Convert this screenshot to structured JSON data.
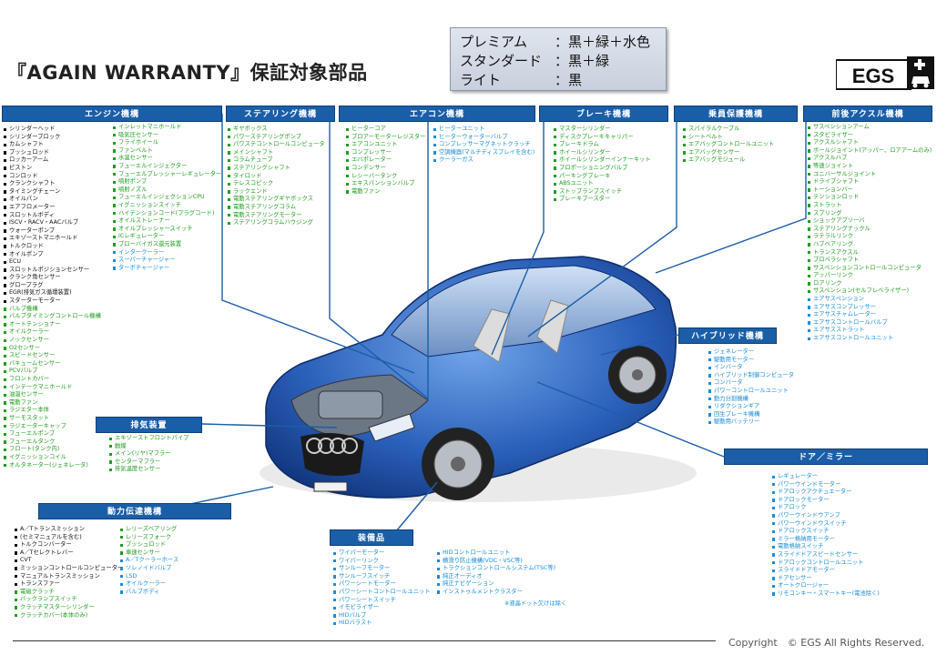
{
  "title": "『AGAIN WARRANTY』保証対象部品",
  "legend": {
    "rows": [
      {
        "name": "プレミアム",
        "value": "：黒＋緑＋水色"
      },
      {
        "name": "スタンダード",
        "value": "：黒＋緑"
      },
      {
        "name": "ライト",
        "value": "：黒"
      }
    ]
  },
  "logo": {
    "text": "EGS",
    "icon": "car-plus-icon"
  },
  "colors": {
    "header": "#1b5ea8",
    "black": "#111111",
    "green": "#1f9e1f",
    "blue": "#1c8cd8"
  },
  "sections": {
    "engine": {
      "header": "エンジン機構",
      "col1": [
        {
          "t": "シリンダーヘッド",
          "c": "k"
        },
        {
          "t": "シリンダーブロック",
          "c": "k"
        },
        {
          "t": "カムシャフト",
          "c": "k"
        },
        {
          "t": "プッシュロッド",
          "c": "k"
        },
        {
          "t": "ロッカーアーム",
          "c": "k"
        },
        {
          "t": "ピストン",
          "c": "k"
        },
        {
          "t": "コンロッド",
          "c": "k"
        },
        {
          "t": "クランクシャフト",
          "c": "k"
        },
        {
          "t": "タイミングチェーン",
          "c": "k"
        },
        {
          "t": "オイルパン",
          "c": "k"
        },
        {
          "t": "エアフロメーター",
          "c": "k"
        },
        {
          "t": "スロットルボディ",
          "c": "k"
        },
        {
          "t": "ISCV・RACV・AACバルブ",
          "c": "k"
        },
        {
          "t": "ウォーターポンプ",
          "c": "k"
        },
        {
          "t": "エキゾーストマニホールド",
          "c": "k"
        },
        {
          "t": "トルクロッド",
          "c": "k"
        },
        {
          "t": "オイルポンプ",
          "c": "k"
        },
        {
          "t": "ECU",
          "c": "k"
        },
        {
          "t": "スロットルポジションセンサー",
          "c": "k"
        },
        {
          "t": "クランク角センサー",
          "c": "k"
        },
        {
          "t": "グロープラグ",
          "c": "k"
        },
        {
          "t": "EGR(排気ガス循環装置)",
          "c": "k"
        },
        {
          "t": "スターターモーター",
          "c": "k"
        },
        {
          "t": "バルブ機構",
          "c": "g"
        },
        {
          "t": "バルブタイミングコントロール機構",
          "c": "g"
        },
        {
          "t": "オートテンショナー",
          "c": "g"
        },
        {
          "t": "オイルクーラー",
          "c": "g"
        },
        {
          "t": "ノックセンサー",
          "c": "g"
        },
        {
          "t": "O2センサー",
          "c": "g"
        },
        {
          "t": "スピードセンサー",
          "c": "g"
        },
        {
          "t": "バキュームセンサー",
          "c": "g"
        },
        {
          "t": "PCVバルブ",
          "c": "g"
        },
        {
          "t": "フロントカバー",
          "c": "g"
        },
        {
          "t": "インテークマニホールド",
          "c": "g"
        },
        {
          "t": "油温センサー",
          "c": "g"
        },
        {
          "t": "電動ファン",
          "c": "g"
        },
        {
          "t": "ラジエター本体",
          "c": "g"
        },
        {
          "t": "サーモスタット",
          "c": "g"
        },
        {
          "t": "ラジエーターキャップ",
          "c": "g"
        },
        {
          "t": "フューエルポンプ",
          "c": "g"
        },
        {
          "t": "フューエルタンク",
          "c": "g"
        },
        {
          "t": "フロート(タンク内)",
          "c": "g"
        },
        {
          "t": "イグニッションコイル",
          "c": "g"
        },
        {
          "t": "オルタネーター(ジェネレータ)",
          "c": "g"
        }
      ],
      "col2": [
        {
          "t": "インレットマニホールド",
          "c": "g"
        },
        {
          "t": "吸気圧センサー",
          "c": "g"
        },
        {
          "t": "フライホイール",
          "c": "g"
        },
        {
          "t": "ファンベルト",
          "c": "g"
        },
        {
          "t": "水温センサー",
          "c": "g"
        },
        {
          "t": "フューエルインジェクター",
          "c": "g"
        },
        {
          "t": "フューエルプレッシャーレギュレーター",
          "c": "g"
        },
        {
          "t": "噴射ポンプ",
          "c": "g"
        },
        {
          "t": "噴射ノズル",
          "c": "g"
        },
        {
          "t": "フューエルインジェクションCPU",
          "c": "g"
        },
        {
          "t": "イグニッションスイッチ",
          "c": "g"
        },
        {
          "t": "ハイテンションコード(プラグコード)",
          "c": "g"
        },
        {
          "t": "オイルストレーナー",
          "c": "g"
        },
        {
          "t": "オイルプレッシャースイッチ",
          "c": "g"
        },
        {
          "t": "ICレギュレーター",
          "c": "g"
        },
        {
          "t": "ブローバイガス還元装置",
          "c": "g"
        },
        {
          "t": "インタークーラー",
          "c": "b"
        },
        {
          "t": "スーパーチャージャー",
          "c": "b"
        },
        {
          "t": "ターボチャージャー",
          "c": "b"
        }
      ]
    },
    "steering": {
      "header": "ステアリング機構",
      "items": [
        {
          "t": "ギヤボックス",
          "c": "g"
        },
        {
          "t": "パワーステアリングポンプ",
          "c": "g"
        },
        {
          "t": "パワステコントロールコンピュータ",
          "c": "g"
        },
        {
          "t": "メインシャフト",
          "c": "g"
        },
        {
          "t": "コラムチューブ",
          "c": "g"
        },
        {
          "t": "ステアリングシャフト",
          "c": "g"
        },
        {
          "t": "タイロッド",
          "c": "g"
        },
        {
          "t": "テレスコピック",
          "c": "g"
        },
        {
          "t": "ラックエンド",
          "c": "g"
        },
        {
          "t": "電動ステアリングギヤボックス",
          "c": "g"
        },
        {
          "t": "電動ステアリングコラム",
          "c": "g"
        },
        {
          "t": "電動ステアリングモーター",
          "c": "g"
        },
        {
          "t": "ステアリングコラムハウジング",
          "c": "g"
        }
      ]
    },
    "aircon": {
      "header": "エアコン機構",
      "col1": [
        {
          "t": "ヒーターコア",
          "c": "g"
        },
        {
          "t": "ブロアーモーターレジスター",
          "c": "g"
        },
        {
          "t": "エアコンユニット",
          "c": "g"
        },
        {
          "t": "コンプレッサー",
          "c": "g"
        },
        {
          "t": "エバポレーター",
          "c": "g"
        },
        {
          "t": "コンデンサー",
          "c": "g"
        },
        {
          "t": "レシーバータンク",
          "c": "g"
        },
        {
          "t": "エキスパンションバルブ",
          "c": "g"
        },
        {
          "t": "電動ファン",
          "c": "g"
        }
      ],
      "col2": [
        {
          "t": "ヒーターユニット",
          "c": "b"
        },
        {
          "t": "ヒーターウォーターバルブ",
          "c": "b"
        },
        {
          "t": "コンプレッサーマグネットクラッチ",
          "c": "b"
        },
        {
          "t": "空調機器(マルチディスプレイを含む)",
          "c": "b"
        },
        {
          "t": "クーラーガス",
          "c": "b"
        }
      ]
    },
    "brake": {
      "header": "ブレーキ機構",
      "items": [
        {
          "t": "マスターシリンダー",
          "c": "g"
        },
        {
          "t": "ディスクブレーキキャリパー",
          "c": "g"
        },
        {
          "t": "ブレーキドラム",
          "c": "g"
        },
        {
          "t": "ホイールシリンダー",
          "c": "g"
        },
        {
          "t": "ホイールシリンダーインナーキット",
          "c": "g"
        },
        {
          "t": "プロポーショニングバルブ",
          "c": "g"
        },
        {
          "t": "パーキングブレーキ",
          "c": "g"
        },
        {
          "t": "ABSユニット",
          "c": "g"
        },
        {
          "t": "ストップランプスイッチ",
          "c": "g"
        },
        {
          "t": "ブレーキブースター",
          "c": "g"
        }
      ]
    },
    "safety": {
      "header": "乗員保護機構",
      "items": [
        {
          "t": "スパイラルケーブル",
          "c": "g"
        },
        {
          "t": "シートベルト",
          "c": "g"
        },
        {
          "t": "エアバッグコントロールユニット",
          "c": "g"
        },
        {
          "t": "エアバッグセンサー",
          "c": "g"
        },
        {
          "t": "エアバッグモジュール",
          "c": "g"
        }
      ]
    },
    "axle": {
      "header": "前後アクスル機構",
      "items": [
        {
          "t": "サスペンションアーム",
          "c": "g"
        },
        {
          "t": "スタビライザー",
          "c": "g"
        },
        {
          "t": "アクスルシャフト",
          "c": "g"
        },
        {
          "t": "ボールジョイント(アッパー、ロアアームのみ)",
          "c": "g"
        },
        {
          "t": "アクスルハブ",
          "c": "g"
        },
        {
          "t": "等速ジョイント",
          "c": "g"
        },
        {
          "t": "ユニバーサルジョイント",
          "c": "g"
        },
        {
          "t": "ドライブシャフト",
          "c": "g"
        },
        {
          "t": "トーションバー",
          "c": "g"
        },
        {
          "t": "テンションロッド",
          "c": "g"
        },
        {
          "t": "ストラット",
          "c": "g"
        },
        {
          "t": "スプリング",
          "c": "g"
        },
        {
          "t": "ショックアブソーバ",
          "c": "g"
        },
        {
          "t": "ステアリングナックル",
          "c": "g"
        },
        {
          "t": "ラテラルリンク",
          "c": "g"
        },
        {
          "t": "ハブベアリング",
          "c": "g"
        },
        {
          "t": "トランスアクスル",
          "c": "g"
        },
        {
          "t": "プロペラシャフト",
          "c": "g"
        },
        {
          "t": "サスペンションコントロールコンピュータ",
          "c": "g"
        },
        {
          "t": "アッパーリンク",
          "c": "g"
        },
        {
          "t": "ロアリンク",
          "c": "g"
        },
        {
          "t": "サスペンション(セルフレベライザー)",
          "c": "g"
        },
        {
          "t": "エアサスペンション",
          "c": "b"
        },
        {
          "t": "エアサスコンプレッサー",
          "c": "b"
        },
        {
          "t": "エアサスチャムレーター",
          "c": "b"
        },
        {
          "t": "エアサスコントロールバルブ",
          "c": "b"
        },
        {
          "t": "エアサスストラット",
          "c": "b"
        },
        {
          "t": "エアサスコントロールユニット",
          "c": "b"
        }
      ]
    },
    "hybrid": {
      "header": "ハイブリッド機構",
      "items": [
        {
          "t": "ジェネレーター",
          "c": "b"
        },
        {
          "t": "駆動用モーター",
          "c": "b"
        },
        {
          "t": "インバータ",
          "c": "b"
        },
        {
          "t": "ハイブリッド制御コンピュータ",
          "c": "b"
        },
        {
          "t": "コンバータ",
          "c": "b"
        },
        {
          "t": "パワーコントロールユニット",
          "c": "b"
        },
        {
          "t": "動力分割機構",
          "c": "b"
        },
        {
          "t": "リダクションギア",
          "c": "b"
        },
        {
          "t": "回生ブレーキ機構",
          "c": "b"
        },
        {
          "t": "駆動用バッテリー",
          "c": "b"
        }
      ]
    },
    "exhaust": {
      "header": "排気装置",
      "items": [
        {
          "t": "エキゾーストフロントパイプ",
          "c": "g"
        },
        {
          "t": "触媒",
          "c": "g"
        },
        {
          "t": "メイン(リヤ)マフラー",
          "c": "g"
        },
        {
          "t": "センターマフラー",
          "c": "g"
        },
        {
          "t": "排気温度センサー",
          "c": "g"
        }
      ]
    },
    "door": {
      "header": "ドア／ミラー",
      "items": [
        {
          "t": "レギュレーター",
          "c": "b"
        },
        {
          "t": "パワーウインドモーター",
          "c": "b"
        },
        {
          "t": "ドアロックアクチュエーター",
          "c": "b"
        },
        {
          "t": "ドアロックモーター",
          "c": "b"
        },
        {
          "t": "ドアロック",
          "c": "b"
        },
        {
          "t": "パワーウインドウアンプ",
          "c": "b"
        },
        {
          "t": "パワーウインドウスイッチ",
          "c": "b"
        },
        {
          "t": "ドアロックスイッチ",
          "c": "b"
        },
        {
          "t": "ミラー格納用モーター",
          "c": "b"
        },
        {
          "t": "電動格納スイッチ",
          "c": "b"
        },
        {
          "t": "スライドドアスピードセンサー",
          "c": "b"
        },
        {
          "t": "ドアロックコントロールユニット",
          "c": "b"
        },
        {
          "t": "スライドドアモーター",
          "c": "b"
        },
        {
          "t": "ドアセンサー",
          "c": "b"
        },
        {
          "t": "オートクロージャー",
          "c": "b"
        },
        {
          "t": "リモコンキー・スマートキー(電池除く)",
          "c": "b"
        }
      ]
    },
    "drivetrain": {
      "header": "動力伝達機構",
      "col1": [
        {
          "t": "A／Tトランスミッション",
          "c": "k"
        },
        {
          "t": "(セミマニュアルを含む)",
          "c": "k"
        },
        {
          "t": "トルクコンバーター",
          "c": "k"
        },
        {
          "t": "A／Tセレクトレバー",
          "c": "k"
        },
        {
          "t": "CVT",
          "c": "k"
        },
        {
          "t": "ミッションコントロールコンピューター",
          "c": "k"
        },
        {
          "t": "マニュアルトランスミッション",
          "c": "k"
        },
        {
          "t": "トランスファー",
          "c": "k"
        },
        {
          "t": "電磁クラッチ",
          "c": "g"
        },
        {
          "t": "バックランプスイッチ",
          "c": "g"
        },
        {
          "t": "クラッチマスターシリンダー",
          "c": "g"
        },
        {
          "t": "クラッチカバー(本体のみ)",
          "c": "g"
        }
      ],
      "col2": [
        {
          "t": "レリーズベアリング",
          "c": "g"
        },
        {
          "t": "レリーズフォーク",
          "c": "g"
        },
        {
          "t": "プッシュロッド",
          "c": "g"
        },
        {
          "t": "車速センサー",
          "c": "g"
        },
        {
          "t": "A／Tクーラーホース",
          "c": "b"
        },
        {
          "t": "ソレノイドバルブ",
          "c": "b"
        },
        {
          "t": "LSD",
          "c": "b"
        },
        {
          "t": "オイルクーラー",
          "c": "b"
        },
        {
          "t": "バルブボディ",
          "c": "b"
        }
      ]
    },
    "equipment": {
      "header": "装備品",
      "col1": [
        {
          "t": "ワイパーモーター",
          "c": "b"
        },
        {
          "t": "ワイパーリンク",
          "c": "b"
        },
        {
          "t": "サンルーフモーター",
          "c": "b"
        },
        {
          "t": "サンルーフスイッチ",
          "c": "b"
        },
        {
          "t": "パワーシートモーター",
          "c": "b"
        },
        {
          "t": "パワーシートコントロールユニット",
          "c": "b"
        },
        {
          "t": "パワーシートスイッチ",
          "c": "b"
        },
        {
          "t": "イモビライザー",
          "c": "b"
        },
        {
          "t": "HIDバルブ",
          "c": "b"
        },
        {
          "t": "HIDバラスト",
          "c": "b"
        }
      ],
      "col2": [
        {
          "t": "HIDコントロールユニット",
          "c": "b"
        },
        {
          "t": "横滑り防止機構(VDC・VSC等)",
          "c": "b"
        },
        {
          "t": "トラクションコントロールシステム(TSC等)",
          "c": "b"
        },
        {
          "t": "純正オーディオ",
          "c": "b"
        },
        {
          "t": "純正ナビゲーション",
          "c": "b"
        },
        {
          "t": "インストゥルメントクラスター",
          "c": "b"
        }
      ],
      "note": "※液晶ドット欠けは除く"
    }
  },
  "copyright": "Copyright　© EGS All Rights Reserved."
}
